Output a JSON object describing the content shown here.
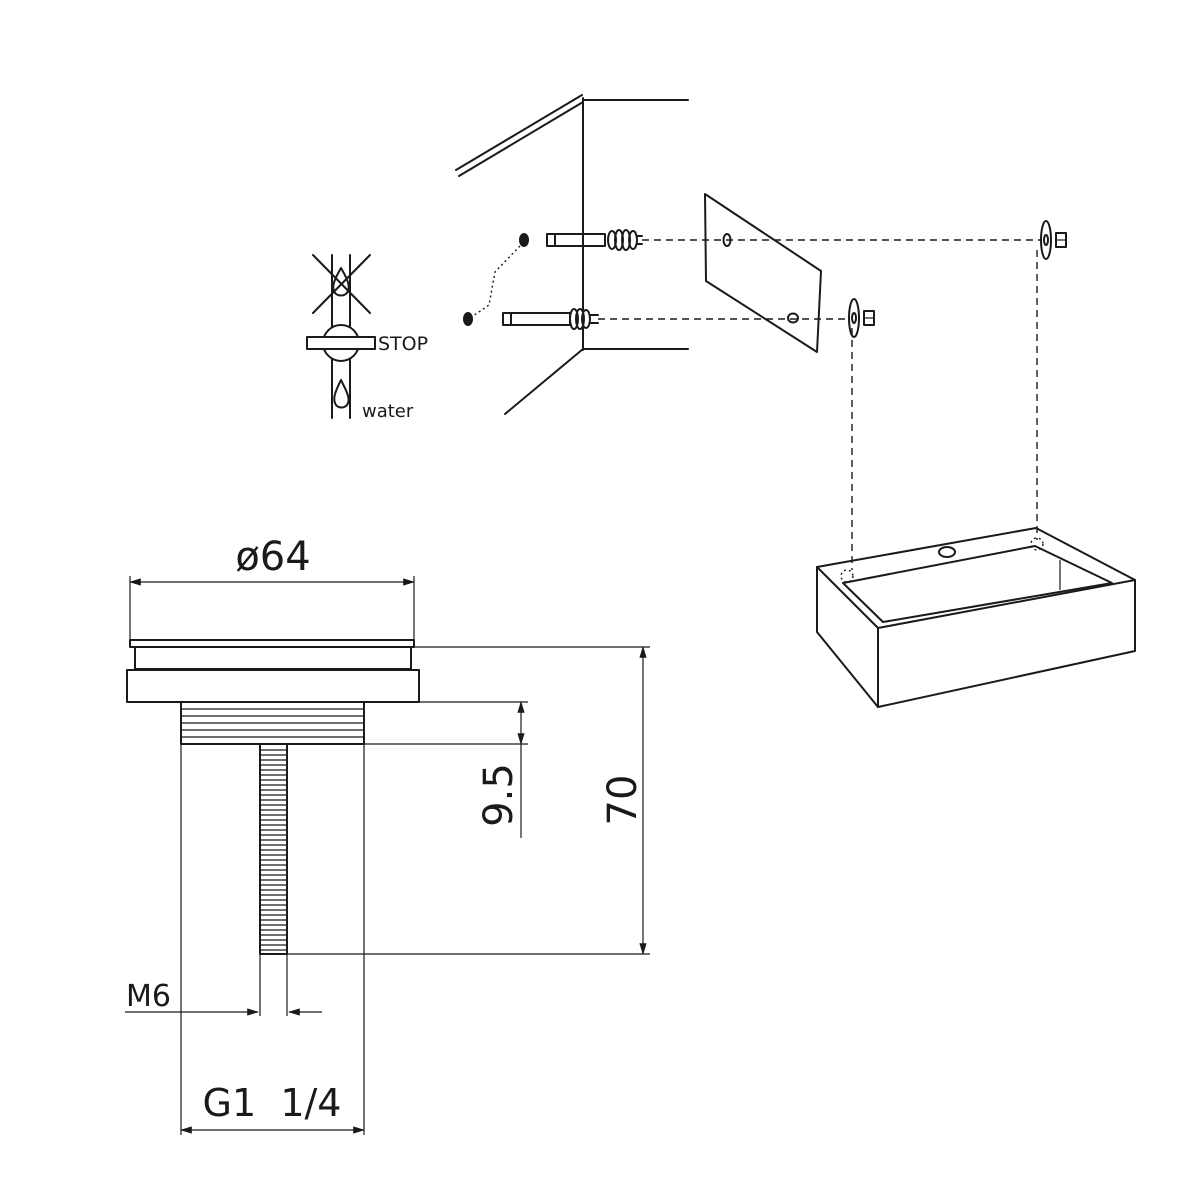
{
  "labels": {
    "stop": "STOP",
    "water": "water"
  },
  "dimensions": {
    "diameter": "ø64",
    "height_total": "70",
    "thread_length": "9.5",
    "bolt": "M6",
    "thread": "G1  1/4"
  },
  "colors": {
    "line": "#1a1a1a",
    "background": "#ffffff"
  }
}
